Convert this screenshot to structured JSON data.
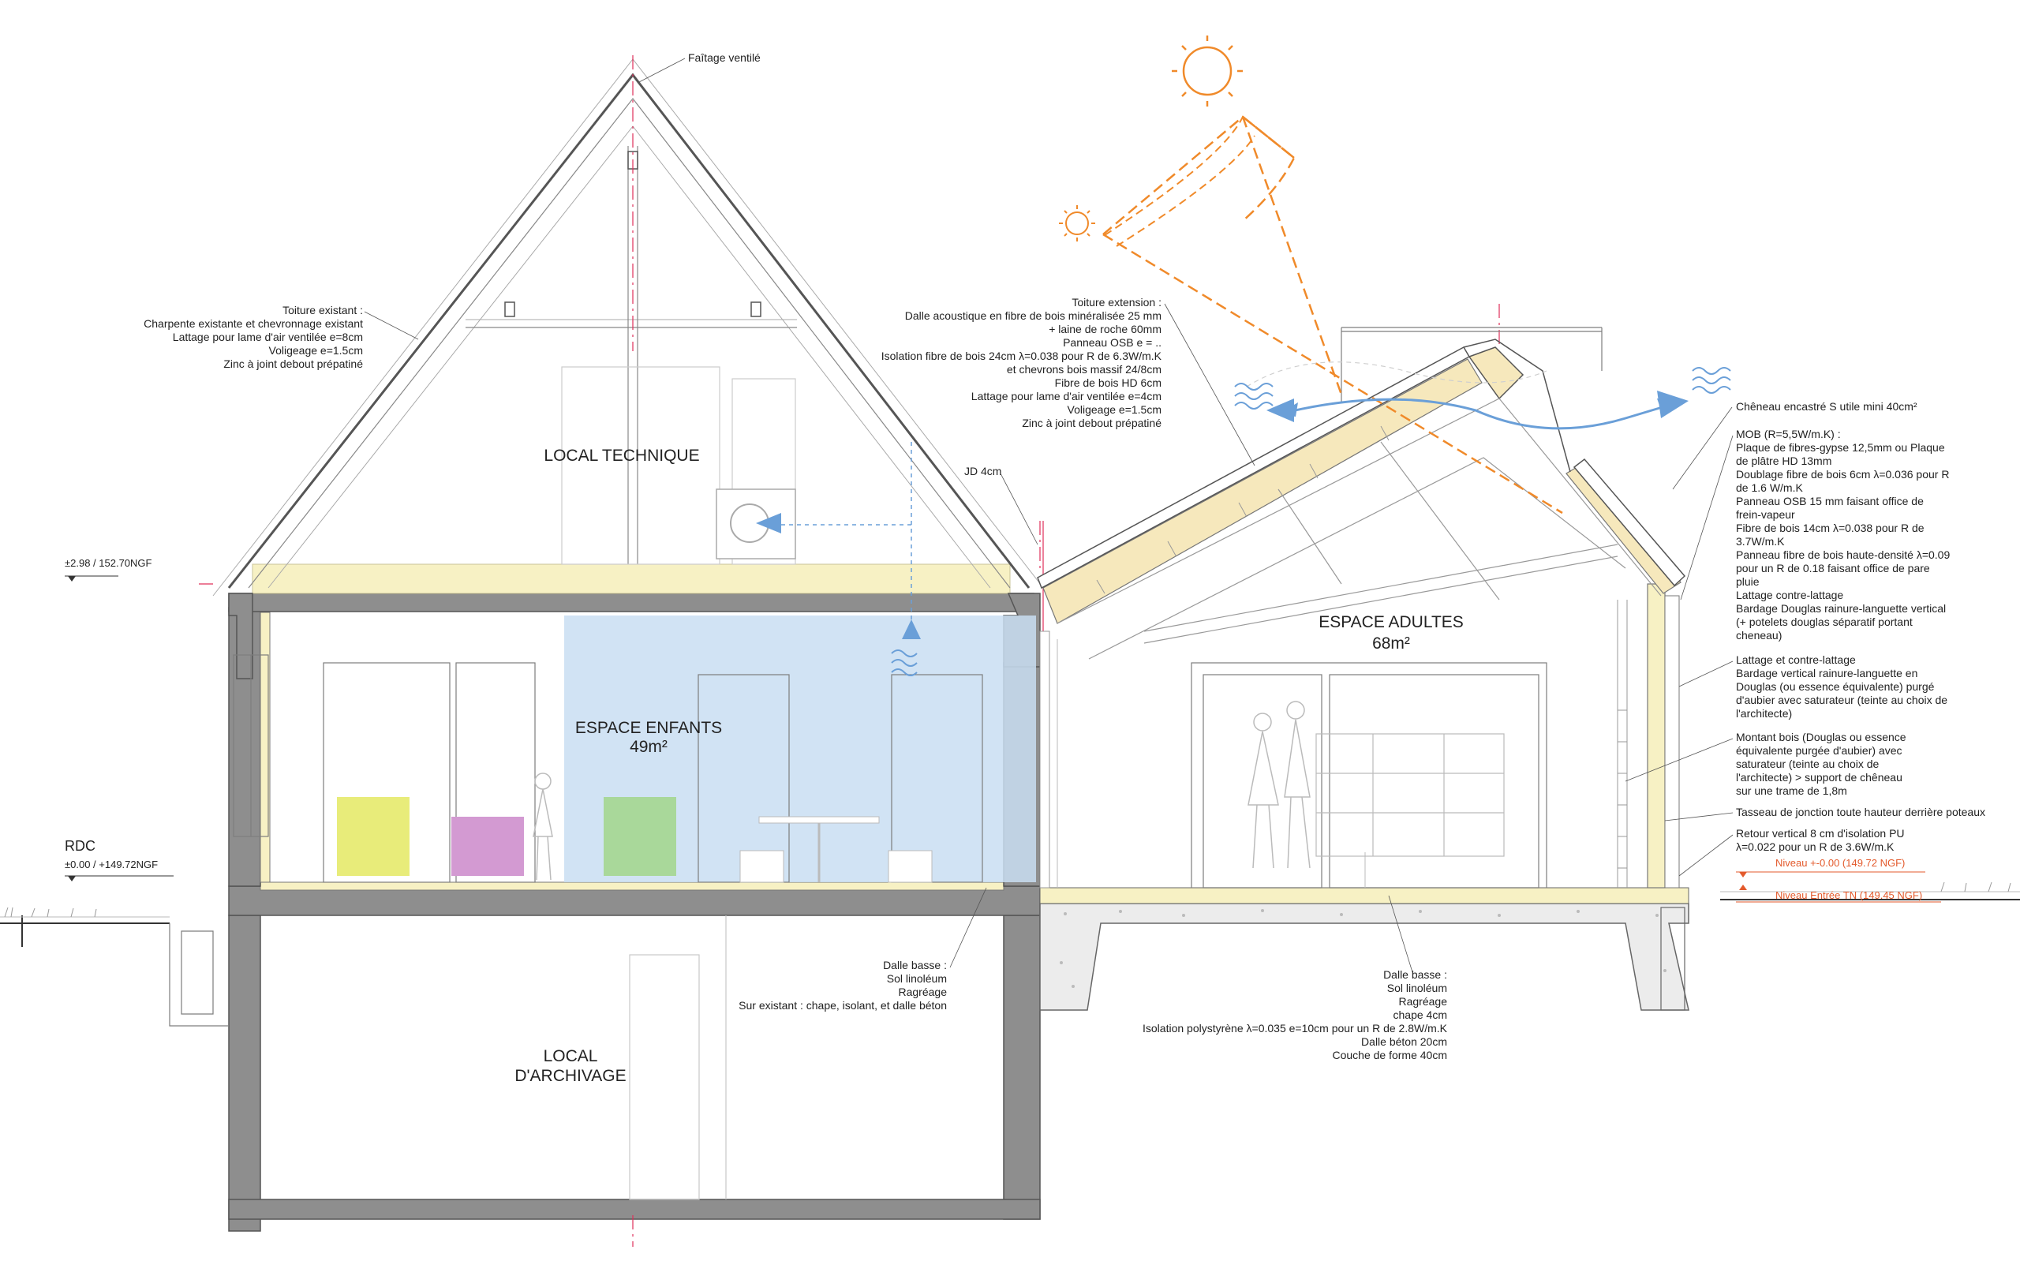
{
  "colors": {
    "wall": "#8e8e8e",
    "insulation": "#f7f1c4",
    "blue_zone": "#c9def2",
    "airflow": "#6a9fd8",
    "sun": "#f08a2a",
    "axis": "#e0305a",
    "level_red": "#e35a2c",
    "furniture_yellow": "#e8ec7a",
    "furniture_pink": "#d39ad2",
    "furniture_green": "#a9d89a"
  },
  "rooms": {
    "local_technique": "LOCAL TECHNIQUE",
    "espace_enfants": "ESPACE ENFANTS",
    "espace_enfants_area": "49m²",
    "espace_adultes": "ESPACE ADULTES",
    "espace_adultes_area": "68m²",
    "local_archivage_1": "LOCAL",
    "local_archivage_2": "D'ARCHIVAGE"
  },
  "levels": {
    "upper": "±2.98 / 152.70NGF",
    "rdc_title": "RDC",
    "rdc": "±0.00 / +149.72NGF",
    "niveau_zero": "Niveau +-0.00 (149.72 NGF)",
    "niveau_entree": "Niveau Entrée TN (149.45 NGF)"
  },
  "notes": {
    "faitage": "Faîtage ventilé",
    "toiture_existant": [
      "Toiture existant :",
      "Charpente existante et chevronnage existant",
      "Lattage pour lame d'air ventilée e=8cm",
      "Voligeage e=1.5cm",
      "Zinc à joint debout prépatiné"
    ],
    "toiture_extension": [
      "Toiture extension :",
      "Dalle acoustique en fibre de bois minéralisée 25 mm",
      "+ laine de roche 60mm",
      "Panneau OSB e = ..",
      "Isolation fibre de bois 24cm λ=0.038 pour R de 6.3W/m.K",
      "et chevrons bois massif 24/8cm",
      "Fibre de bois HD 6cm",
      "Lattage pour lame d'air ventilée e=4cm",
      "Voligeage e=1.5cm",
      "Zinc à joint debout prépatiné"
    ],
    "jd": "JD 4cm",
    "cheneau": "Chêneau encastré S utile mini 40cm²",
    "mob": [
      "MOB (R=5,5W/m.K) :",
      "Plaque de fibres-gypse 12,5mm ou Plaque",
      "de plâtre HD 13mm",
      "Doublage fibre de bois 6cm λ=0.036 pour R",
      "de 1.6 W/m.K",
      "Panneau OSB 15 mm faisant office de",
      "frein-vapeur",
      "Fibre de bois 14cm λ=0.038 pour R de",
      "3.7W/m.K",
      "Panneau fibre de bois haute-densité λ=0.09",
      "pour un R de 0.18 faisant office de pare",
      "pluie",
      "Lattage contre-lattage",
      "Bardage Douglas rainure-languette vertical",
      "(+ potelets douglas séparatif portant",
      "cheneau)"
    ],
    "lattage": [
      "Lattage et contre-lattage",
      "Bardage vertical rainure-languette en",
      "Douglas (ou essence équivalente) purgé",
      "d'aubier avec saturateur (teinte au choix de",
      "l'architecte)"
    ],
    "montant": [
      "Montant bois (Douglas ou essence",
      "équivalente purgée d'aubier) avec",
      "saturateur (teinte au choix de",
      "l'architecte) > support de chêneau",
      "sur une trame de 1,8m"
    ],
    "tasseau": "Tasseau de jonction toute hauteur derrière poteaux",
    "retour": [
      "Retour vertical 8 cm d'isolation PU",
      "λ=0.022 pour un R de 3.6W/m.K"
    ],
    "dalle_basse_left": [
      "Dalle basse :",
      "Sol linoléum",
      "Ragréage",
      "Sur existant : chape, isolant, et dalle béton"
    ],
    "dalle_basse_right": [
      "Dalle basse :",
      "Sol linoléum",
      "Ragréage",
      "chape 4cm",
      "Isolation polystyrène λ=0.035 e=10cm pour un R de 2.8W/m.K",
      "Dalle béton 20cm",
      "Couche de forme 40cm"
    ]
  }
}
